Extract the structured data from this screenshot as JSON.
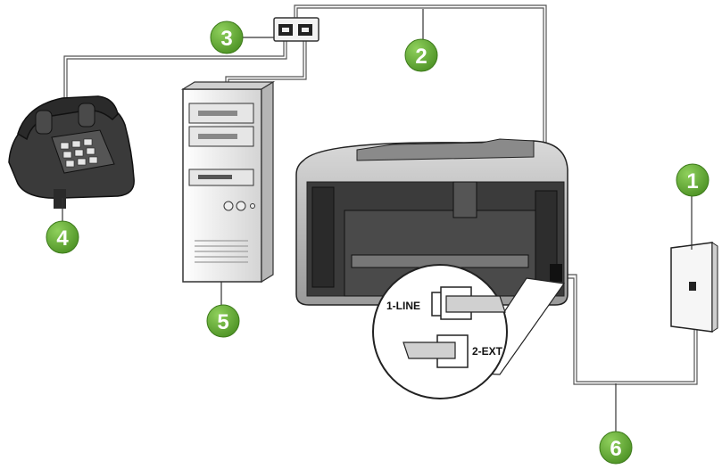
{
  "callouts": [
    {
      "id": "1",
      "label": "1"
    },
    {
      "id": "2",
      "label": "2"
    },
    {
      "id": "3",
      "label": "3"
    },
    {
      "id": "4",
      "label": "4"
    },
    {
      "id": "5",
      "label": "5"
    },
    {
      "id": "6",
      "label": "6"
    }
  ],
  "ports": {
    "line": "1-LINE",
    "ext": "2-EXT"
  },
  "colors": {
    "callout_fill": "#5aa02c",
    "callout_stroke": "#3c7a1a",
    "cable": "#555555",
    "device_light": "#eeeeee",
    "device_dark": "#3b3b3b"
  }
}
